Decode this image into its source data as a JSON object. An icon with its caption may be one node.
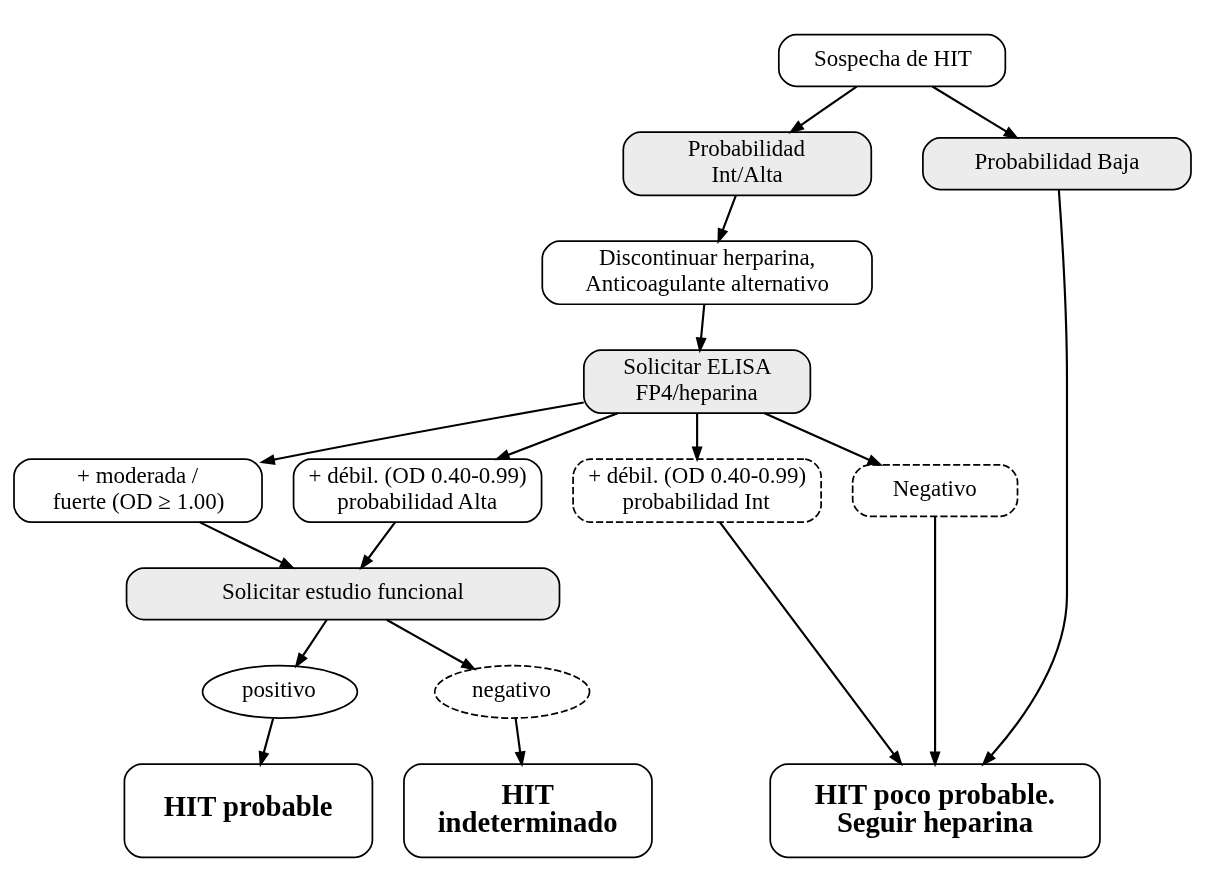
{
  "diagram": {
    "nodes": [
      {
        "text": [
          "Sospecha de HIT"
        ]
      },
      {
        "text": [
          "Probabilidad Int/Alta"
        ]
      },
      {
        "text": [
          "Probabilidad Baja"
        ]
      },
      {
        "text": [
          "Discontinuar herparina, Anticoagulante alternativo"
        ]
      },
      {
        "text": [
          "Solicitar ELISA FP4/heparina"
        ]
      },
      {
        "text": [
          "+ moderada / fuerte (OD ≥ 1.00)"
        ]
      },
      {
        "text": [
          "+ débil. (OD 0.40-0.99) probabilidad Alta"
        ]
      },
      {
        "text": [
          "+ débil. (OD 0.40-0.99) probabilidad Int"
        ]
      },
      {
        "text": [
          "Negativo"
        ]
      },
      {
        "text": [
          "Solicitar estudio funcional"
        ]
      },
      {
        "text": [
          "positivo"
        ]
      },
      {
        "text": [
          "negativo"
        ]
      },
      {
        "text": [
          "HIT probable"
        ]
      },
      {
        "text": [
          "HIT indeterminado"
        ]
      },
      {
        "text": [
          "HIT poco probable. Seguir heparina"
        ]
      }
    ],
    "edges": [
      {
        "from": 0,
        "to": 1,
        "arrow": "to"
      },
      {
        "from": 0,
        "to": 2,
        "arrow": "to"
      },
      {
        "from": 1,
        "to": 3,
        "arrow": "to"
      },
      {
        "from": 3,
        "to": 4,
        "arrow": "to"
      },
      {
        "from": 4,
        "to": 5,
        "arrow": "to"
      },
      {
        "from": 4,
        "to": 6,
        "arrow": "to"
      },
      {
        "from": 4,
        "to": 7,
        "arrow": "to"
      },
      {
        "from": 4,
        "to": 8,
        "arrow": "to"
      },
      {
        "from": 5,
        "to": 9,
        "arrow": "to"
      },
      {
        "from": 6,
        "to": 9,
        "arrow": "to"
      },
      {
        "from": 9,
        "to": 10,
        "arrow": "to"
      },
      {
        "from": 9,
        "to": 11,
        "arrow": "to"
      },
      {
        "from": 10,
        "to": 12,
        "arrow": "to"
      },
      {
        "from": 11,
        "to": 13,
        "arrow": "to"
      },
      {
        "from": 7,
        "to": 14,
        "arrow": "to"
      },
      {
        "from": 8,
        "to": 14,
        "arrow": "to"
      },
      {
        "from": 2,
        "to": 14,
        "arrow": "to"
      }
    ]
  }
}
